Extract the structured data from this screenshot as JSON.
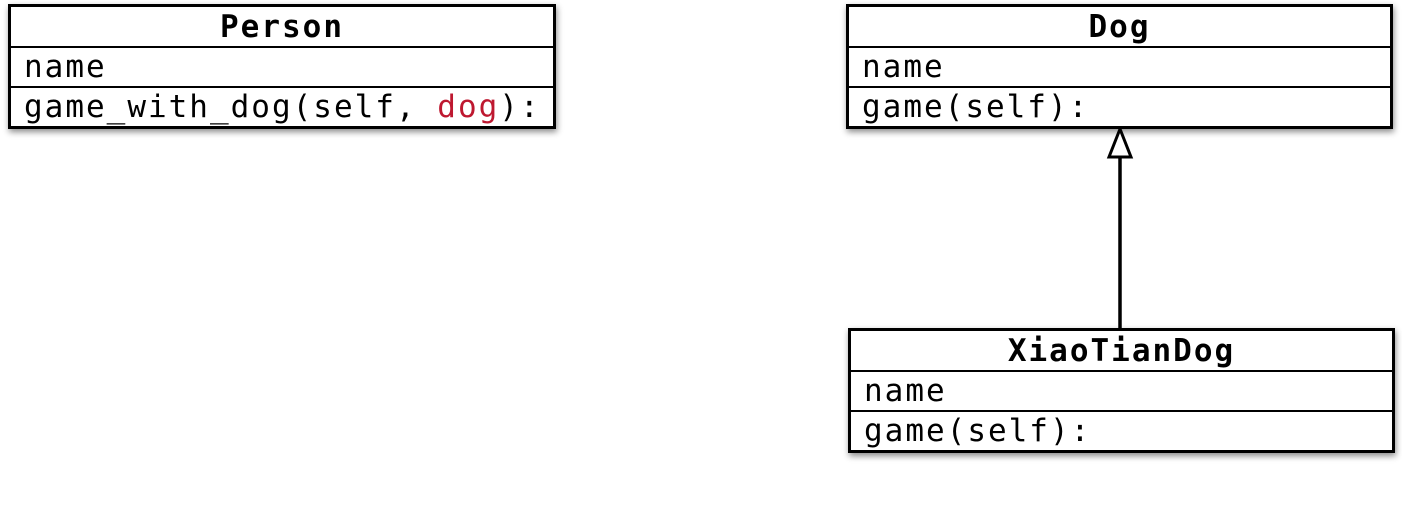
{
  "diagram": {
    "kind": "uml-class-diagram",
    "classes": [
      {
        "name": "Person",
        "attributes": [
          "name"
        ],
        "method_segments": [
          {
            "text": "game_with_dog(self, ",
            "color": "#000000"
          },
          {
            "text": "dog",
            "color": "#be1830"
          },
          {
            "text": "):",
            "color": "#000000"
          }
        ]
      },
      {
        "name": "Dog",
        "attributes": [
          "name"
        ],
        "method_segments": [
          {
            "text": "game(self):",
            "color": "#000000"
          }
        ]
      },
      {
        "name": "XiaoTianDog",
        "attributes": [
          "name"
        ],
        "method_segments": [
          {
            "text": "game(self):",
            "color": "#000000"
          }
        ]
      }
    ],
    "relations": [
      {
        "type": "inheritance",
        "from": "XiaoTianDog",
        "to": "Dog"
      }
    ]
  },
  "colors": {
    "box_border": "#000000",
    "box_background": "#ffffff",
    "text": "#000000",
    "highlight_red": "#be1830",
    "canvas_background": "#ffffff"
  }
}
